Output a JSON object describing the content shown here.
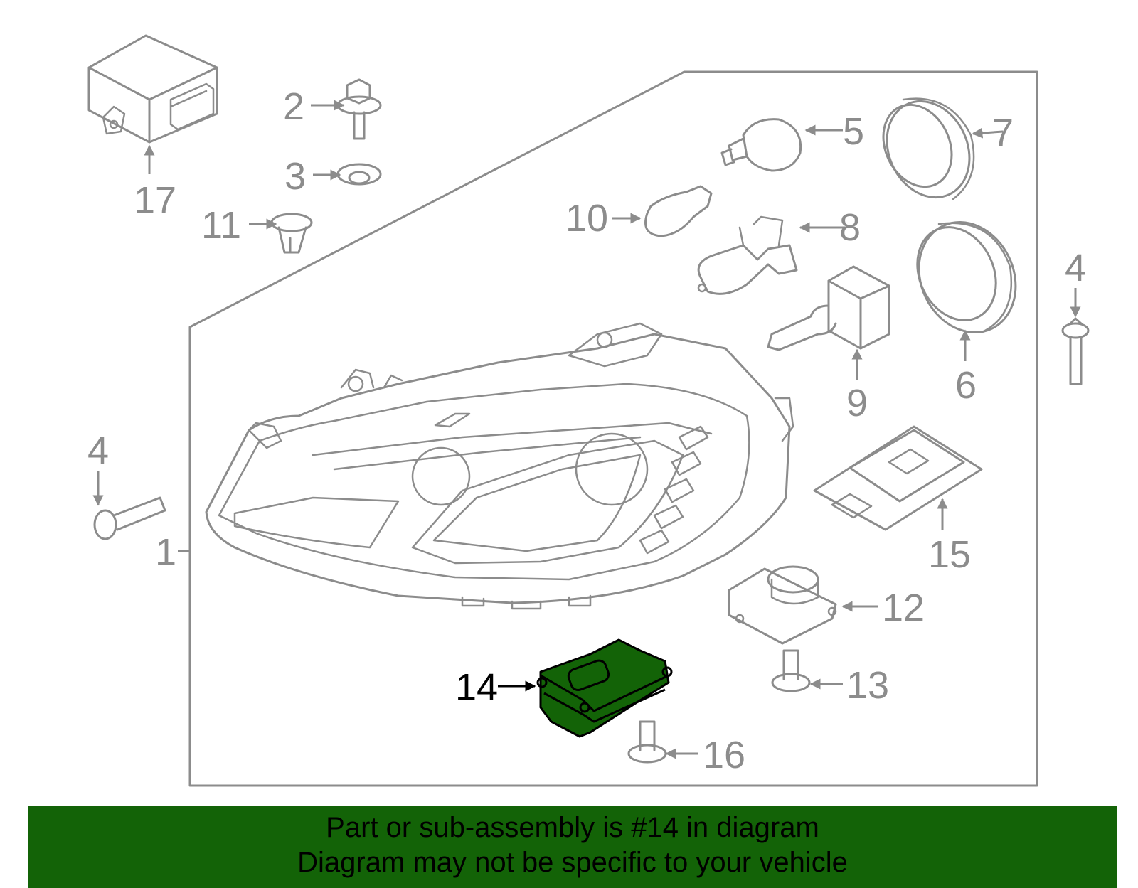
{
  "diagram": {
    "highlight_color": "#136307",
    "line_color": "#8c8c8c",
    "parts": [
      {
        "callout": "1",
        "highlighted": false
      },
      {
        "callout": "2",
        "highlighted": false
      },
      {
        "callout": "3",
        "highlighted": false
      },
      {
        "callout": "4",
        "highlighted": false
      },
      {
        "callout": "5",
        "highlighted": false
      },
      {
        "callout": "6",
        "highlighted": false
      },
      {
        "callout": "7",
        "highlighted": false
      },
      {
        "callout": "8",
        "highlighted": false
      },
      {
        "callout": "9",
        "highlighted": false
      },
      {
        "callout": "10",
        "highlighted": false
      },
      {
        "callout": "11",
        "highlighted": false
      },
      {
        "callout": "12",
        "highlighted": false
      },
      {
        "callout": "13",
        "highlighted": false
      },
      {
        "callout": "14",
        "highlighted": true
      },
      {
        "callout": "15",
        "highlighted": false
      },
      {
        "callout": "16",
        "highlighted": false
      },
      {
        "callout": "17",
        "highlighted": false
      }
    ]
  },
  "banner": {
    "line1": "Part or sub-assembly is #14 in diagram",
    "line2": "Diagram may not be specific to your vehicle",
    "background": "#136307"
  }
}
